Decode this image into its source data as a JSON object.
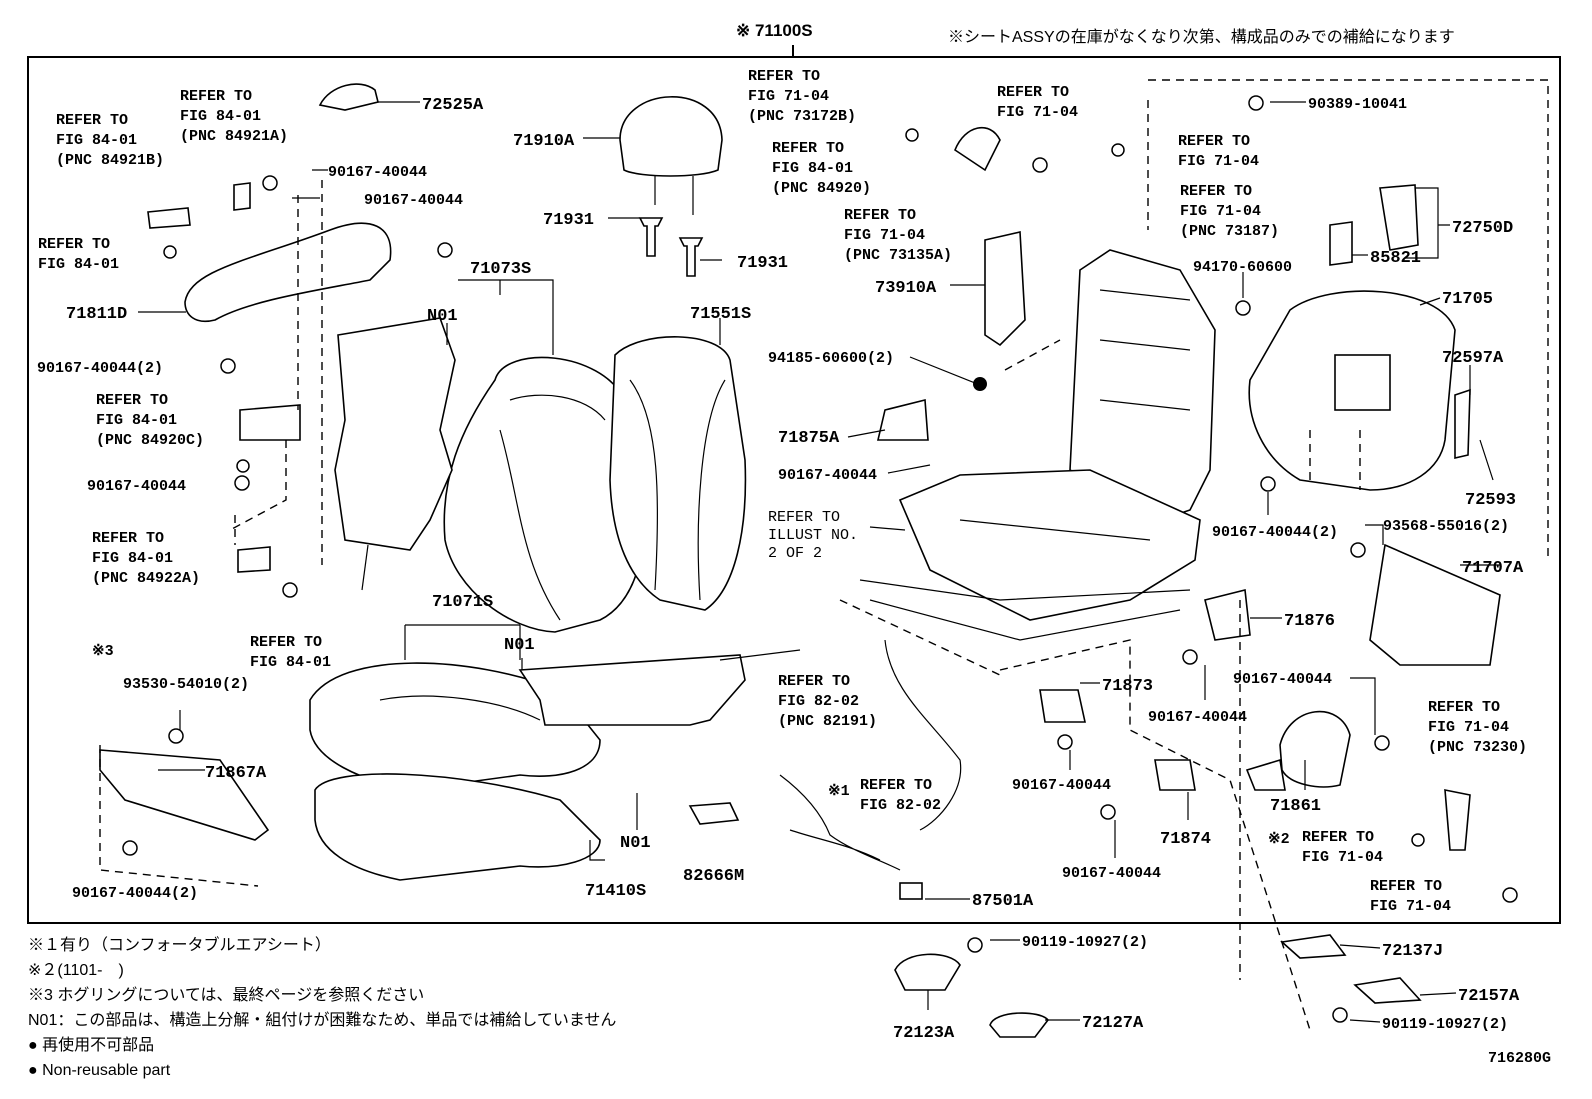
{
  "header": {
    "assy_code": "※ 71100S",
    "assy_note": "※シートASSYの在庫がなくなり次第、構成品のみでの補給になります"
  },
  "callouts": {
    "c72525A": "72525A",
    "c71910A": "71910A",
    "c71931a": "71931",
    "c71931b": "71931",
    "c71073S": "71073S",
    "cN01a": "N01",
    "c71551S": "71551S",
    "c71811D": "71811D",
    "c90167a": "90167-40044",
    "c90167b": "90167-40044",
    "c90167c": "90167-40044(2)",
    "c90167d": "90167-40044",
    "c71071S": "71071S",
    "cN01b": "N01",
    "c93530": "93530-54010(2)",
    "c71867A": "71867A",
    "c90167e": "90167-40044(2)",
    "cN01c": "N01",
    "c71410S": "71410S",
    "c82666M": "82666M",
    "c87501A": "87501A",
    "c90119a": "90119-10927(2)",
    "c72123A": "72123A",
    "c72127A": "72127A",
    "c73910A": "73910A",
    "c94185": "94185-60600(2)",
    "c71875A": "71875A",
    "c90167f": "90167-40044",
    "c90389": "90389-10041",
    "c72750D": "72750D",
    "c85821": "85821",
    "c94170": "94170-60600",
    "c71705": "71705",
    "c72597A": "72597A",
    "c72593": "72593",
    "c90167g": "90167-40044(2)",
    "c93568": "93568-55016(2)",
    "c71707A": "71707A",
    "c71876": "71876",
    "c90167h": "90167-40044",
    "c71873": "71873",
    "c90167i": "90167-40044",
    "c90167j": "90167-40044",
    "c90167k": "90167-40044",
    "c71874": "71874",
    "c71861": "71861",
    "c72137J": "72137J",
    "c72157A": "72157A",
    "c90119b": "90119-10927(2)",
    "c3": "※3",
    "c1": "※1",
    "c2": "※2",
    "fig_no": "716280G"
  },
  "refs": {
    "r1": [
      "REFER TO",
      "FIG 84-01",
      "(PNC 84921B)"
    ],
    "r2": [
      "REFER TO",
      "FIG 84-01",
      "(PNC 84921A)"
    ],
    "r3": [
      "REFER TO",
      "FIG 84-01"
    ],
    "r4": [
      "REFER TO",
      "FIG 84-01",
      "(PNC 84920C)"
    ],
    "r5": [
      "REFER TO",
      "FIG 84-01",
      "(PNC 84922A)"
    ],
    "r6": [
      "REFER TO",
      "FIG 84-01"
    ],
    "r7": [
      "REFER TO",
      "FIG 71-04",
      "(PNC 73172B)"
    ],
    "r8": [
      "REFER TO",
      "FIG 84-01",
      "(PNC 84920)"
    ],
    "r9": [
      "REFER TO",
      "FIG 71-04",
      "(PNC 73135A)"
    ],
    "r10": [
      "REFER TO",
      "FIG 71-04"
    ],
    "r11": [
      "REFER TO",
      "FIG 71-04"
    ],
    "r12": [
      "REFER TO",
      "FIG 71-04",
      "(PNC 73187)"
    ],
    "r13": [
      "REFER TO",
      "ILLUST NO.",
      "2 OF 2"
    ],
    "r14": [
      "REFER TO",
      "FIG 82-02",
      "(PNC 82191)"
    ],
    "r15": [
      "REFER TO",
      "FIG 82-02"
    ],
    "r16": [
      "REFER TO",
      "FIG 71-04",
      "(PNC 73230)"
    ],
    "r17": [
      "REFER TO",
      "FIG 71-04"
    ],
    "r18": [
      "REFER TO",
      "FIG 71-04"
    ]
  },
  "notes": {
    "n1": "※１有り（コンフォータブルエアシート）",
    "n2": "※２(1101-　)",
    "n3": "※3  ホグリングについては、最終ページを参照ください",
    "n4": "N01：この部品は、構造上分解・組付けが困難なため、単品では補給していません",
    "n5": "● 再使用不可部品",
    "n6": "● Non-reusable part"
  }
}
